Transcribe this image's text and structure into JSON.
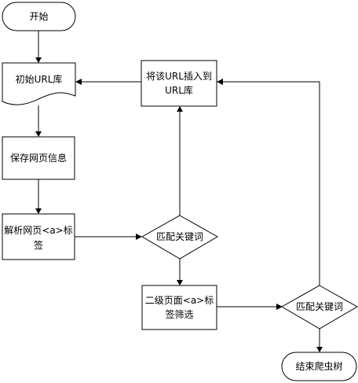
{
  "nodes": {
    "start": "开始",
    "init_url_lib": "初始URL库",
    "save_page_info": "保存网页信息",
    "parse_a_tag": [
      "解析网页<a>标",
      "签"
    ],
    "match_keyword_1": "匹配关键词",
    "second_level_filter": [
      "二级页面<a>标",
      "签筛选"
    ],
    "match_keyword_2": "匹配关键词",
    "insert_url": [
      "将该URL插入到",
      "URL库"
    ],
    "end_crawler": "结束爬虫树"
  }
}
